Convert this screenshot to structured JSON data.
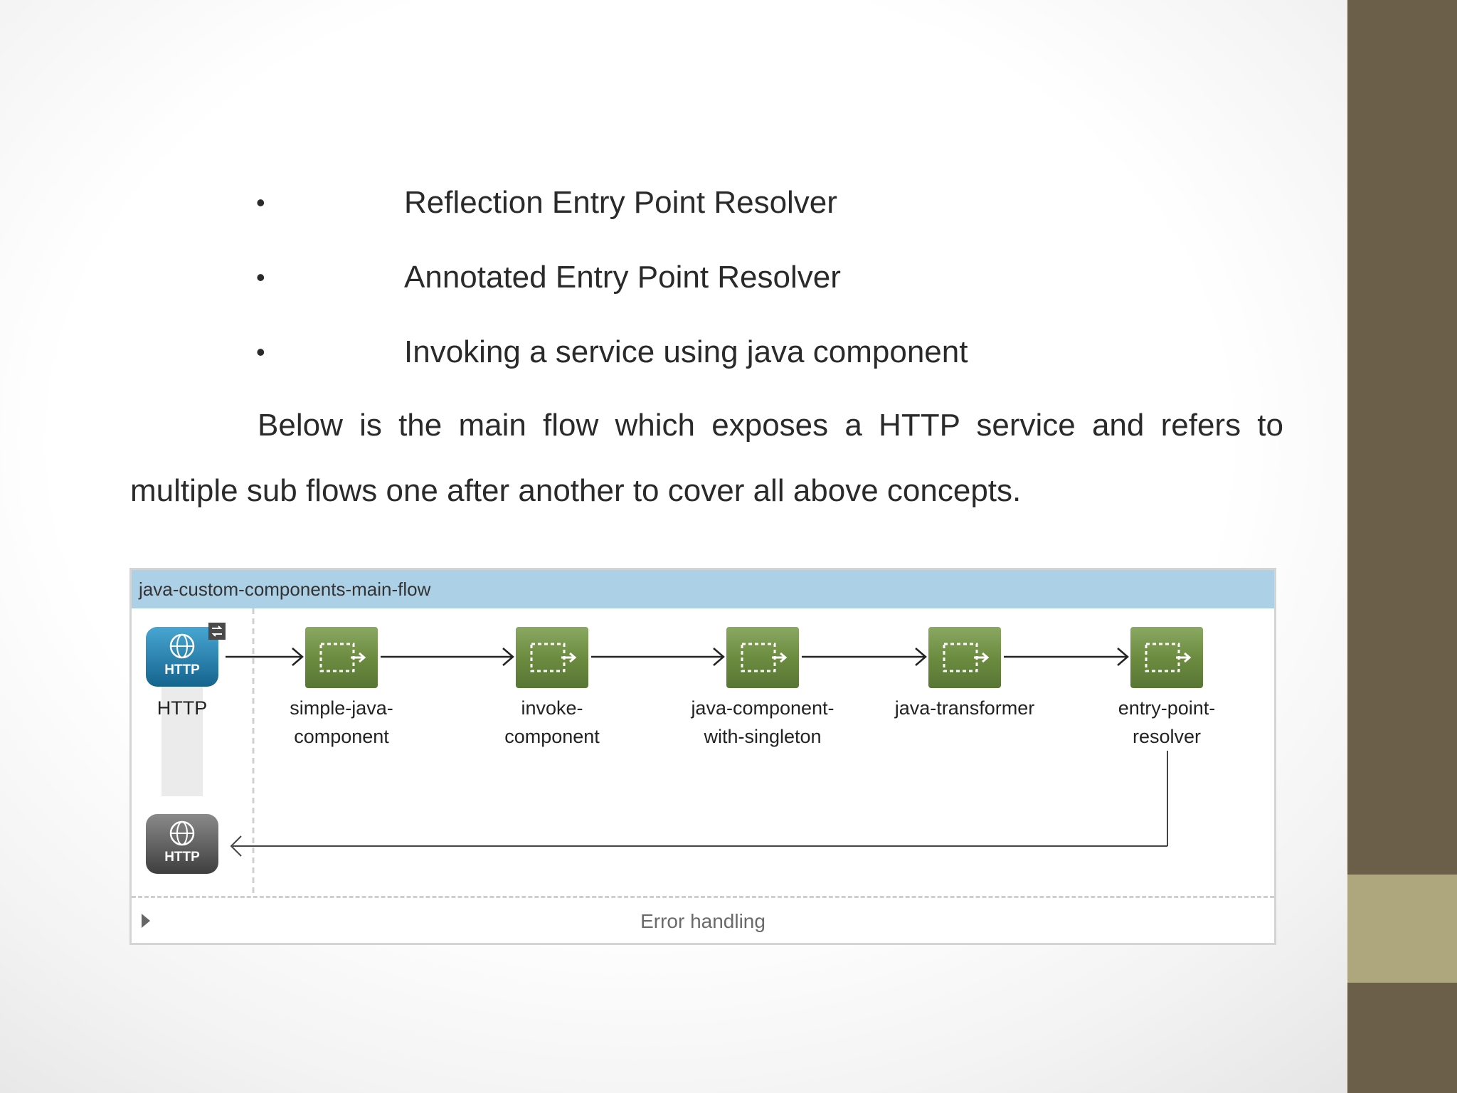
{
  "bullets": [
    {
      "marker": "•",
      "text": "Reflection Entry Point Resolver"
    },
    {
      "marker": "•",
      "text": "Annotated Entry Point Resolver"
    },
    {
      "marker": "•",
      "text": "Invoking a service using java component"
    }
  ],
  "paragraph": {
    "line1": "Below is the main flow which exposes a HTTP service and refers to",
    "line2": "multiple sub flows one after another to cover all above concepts."
  },
  "flow": {
    "title": "java-custom-components-main-flow",
    "source": {
      "label": "HTTP",
      "icon_text": "HTTP"
    },
    "response": {
      "icon_text": "HTTP"
    },
    "components": [
      {
        "line1": "simple-java-",
        "line2": "component"
      },
      {
        "line1": "invoke-",
        "line2": "component"
      },
      {
        "line1": "java-component-",
        "line2": "with-singleton"
      },
      {
        "line1": "java-transformer",
        "line2": ""
      },
      {
        "line1": "entry-point-",
        "line2": "resolver"
      }
    ],
    "error_handling": "Error handling"
  },
  "colors": {
    "sidebar": "#6b5f49",
    "sidebar_accent": "#aea77e",
    "flow_header": "#acd0e6",
    "component_green": "#6a8b3f",
    "http_blue": "#1f7fae",
    "http_grey": "#5a5a5a"
  }
}
